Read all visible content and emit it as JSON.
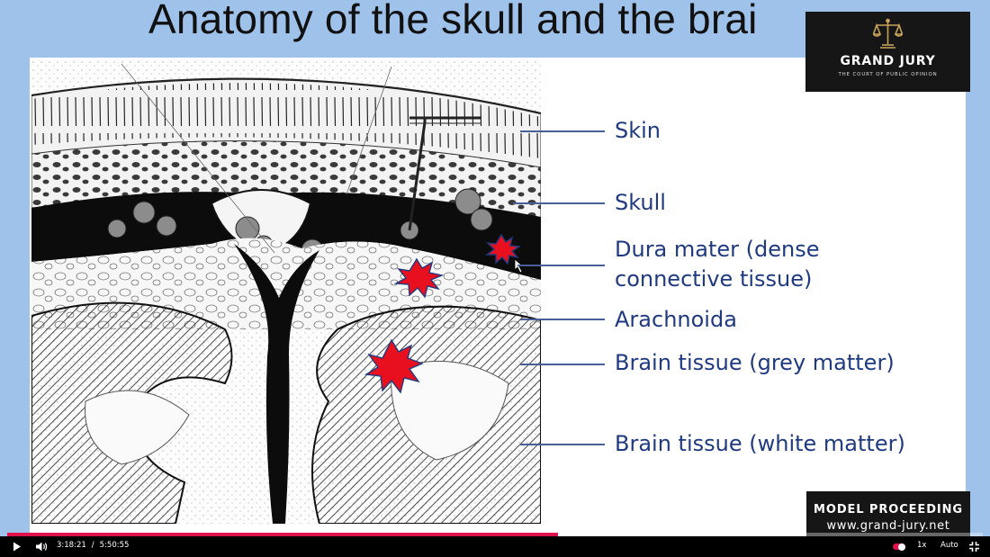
{
  "slide": {
    "title": "Anatomy of the skull and the brai",
    "labels": [
      "Skin",
      "Skull",
      "Dura mater (dense",
      "connective tissue)",
      "Arachnoida",
      "Brain tissue (grey matter)",
      "Brain tissue (white matter)"
    ],
    "label_color": "#1f3a80",
    "background_color": "#9fc2ea",
    "marker_color": "#e8101e"
  },
  "branding": {
    "logo_title": "GRAND JURY",
    "logo_subtitle": "THE COURT OF PUBLIC OPINION",
    "logo_icon": "scales-of-justice-icon",
    "watermark_title": "MODEL PROCEEDING",
    "watermark_url": "www.grand-jury.net"
  },
  "player": {
    "current_time": "3:18:21",
    "time_separator": "/",
    "duration": "5:50:55",
    "progress_fraction": 0.565,
    "speed": "1x",
    "quality": "Auto",
    "accent_color": "#e0114b",
    "icons": [
      "play-icon",
      "volume-icon",
      "autoplay-toggle",
      "fullscreen-exit-icon"
    ]
  }
}
